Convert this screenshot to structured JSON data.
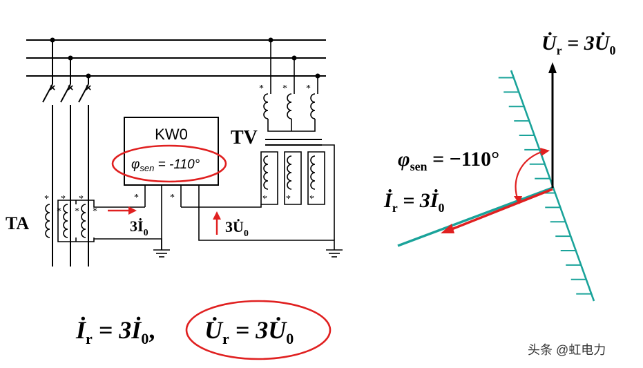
{
  "circuit": {
    "relay_label": "KW0",
    "phi_symbol": "φ",
    "phi_sub": "sen",
    "phi_value": " = -110°",
    "tv_label": "TV",
    "ta_label": "TA",
    "current_label": "3İ",
    "current_sub": "0",
    "voltage_label": "3U̇",
    "voltage_sub": "0",
    "star": "*",
    "breaker_mark": "×"
  },
  "phasor": {
    "ur_lhs": "U̇",
    "ur_lhs_sub": "r",
    "ur_rhs": " = 3U̇",
    "ur_rhs_sub": "0",
    "phi_symbol": "φ",
    "phi_sub": "sen",
    "phi_value": " = −110°",
    "ir_lhs": "İ",
    "ir_lhs_sub": "r",
    "ir_rhs": " = 3İ",
    "ir_rhs_sub": "0",
    "vector_color": "#e02020",
    "hatch_color": "#1aa39a",
    "arc_color": "#e02020"
  },
  "equation": {
    "ir_lhs": "İ",
    "ir_lhs_sub": "r",
    "ir_rhs": " = 3İ",
    "ir_rhs_sub": "0",
    "separator": ",",
    "ur_lhs": "U̇",
    "ur_lhs_sub": "r",
    "ur_rhs": " = 3U̇",
    "ur_rhs_sub": "0",
    "highlight_color": "#e02020"
  },
  "watermark": {
    "text": "头条 @虹电力"
  }
}
